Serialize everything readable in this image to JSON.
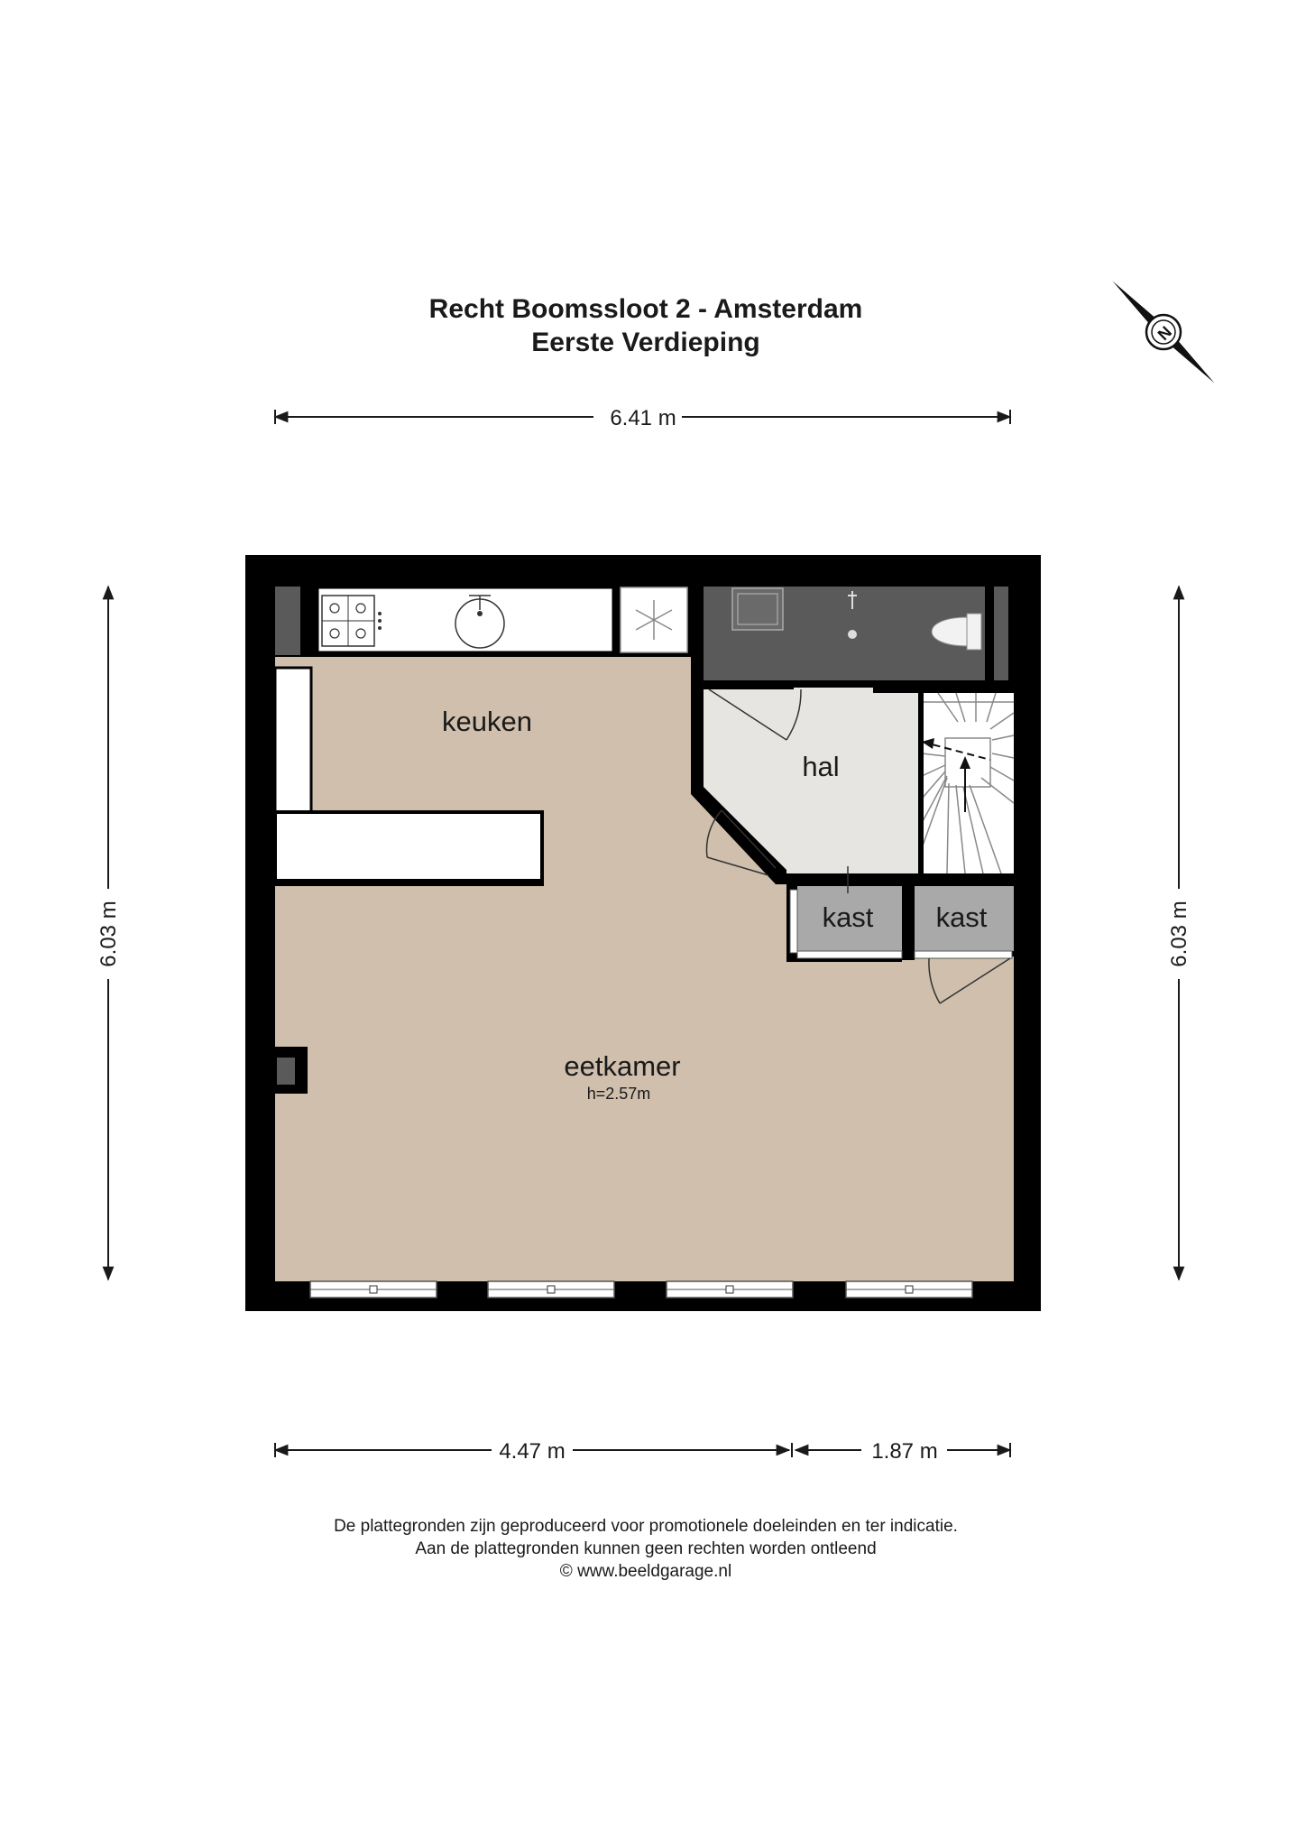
{
  "header": {
    "title": "Recht Boomssloot 2 - Amsterdam",
    "subtitle": "Eerste Verdieping"
  },
  "compass": {
    "label": "N"
  },
  "dimensions": {
    "top_width": "6.41 m",
    "left_height": "6.03 m",
    "right_height": "6.03 m",
    "bottom_left": "4.47 m",
    "bottom_right": "1.87 m"
  },
  "rooms": {
    "keuken": "keuken",
    "hal": "hal",
    "kast_left": "kast",
    "kast_right": "kast",
    "eetkamer": "eetkamer",
    "eetkamer_height": "h=2.57m"
  },
  "colors": {
    "floor_main": "#cfbfac",
    "floor_hal": "#e6e5e1",
    "bathroom": "#5a5a5a",
    "kast": "#a9a9a9",
    "wall": "#000000"
  },
  "footer": {
    "line1": "De plattegronden zijn geproduceerd voor promotionele doeleinden en ter indicatie.",
    "line2": "Aan de plattegronden kunnen geen rechten worden ontleend",
    "line3": "© www.beeldgarage.nl"
  }
}
